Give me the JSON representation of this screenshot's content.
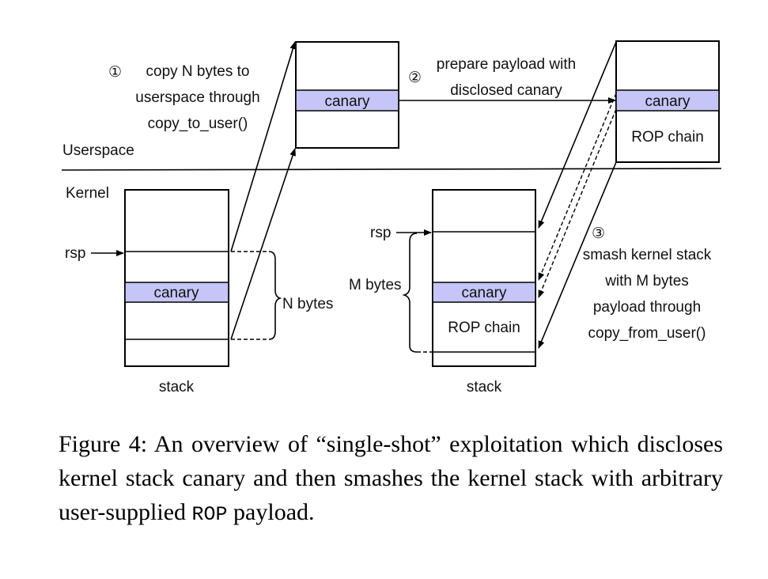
{
  "diagram": {
    "step1": {
      "marker": "①",
      "lines": [
        "copy N bytes to",
        "userspace through",
        "copy_to_user()"
      ]
    },
    "step2": {
      "marker": "②",
      "lines": [
        "prepare payload with",
        "disclosed canary"
      ]
    },
    "step3": {
      "marker": "③",
      "lines": [
        "smash kernel stack",
        "with M bytes",
        "payload through",
        "copy_from_user()"
      ]
    },
    "userspace_label": "Userspace",
    "kernel_label": "Kernel",
    "rsp_label": "rsp",
    "canary_label": "canary",
    "rop_label": "ROP chain",
    "stack_label": "stack",
    "n_bytes_label": "N bytes",
    "m_bytes_label": "M bytes"
  },
  "caption": {
    "prefix": "Figure 4: An overview of “single-shot” exploitation which discloses kernel stack canary and then smashes the kernel stack with arbitrary user-supplied",
    "mono": "ROP",
    "suffix": "payload."
  }
}
